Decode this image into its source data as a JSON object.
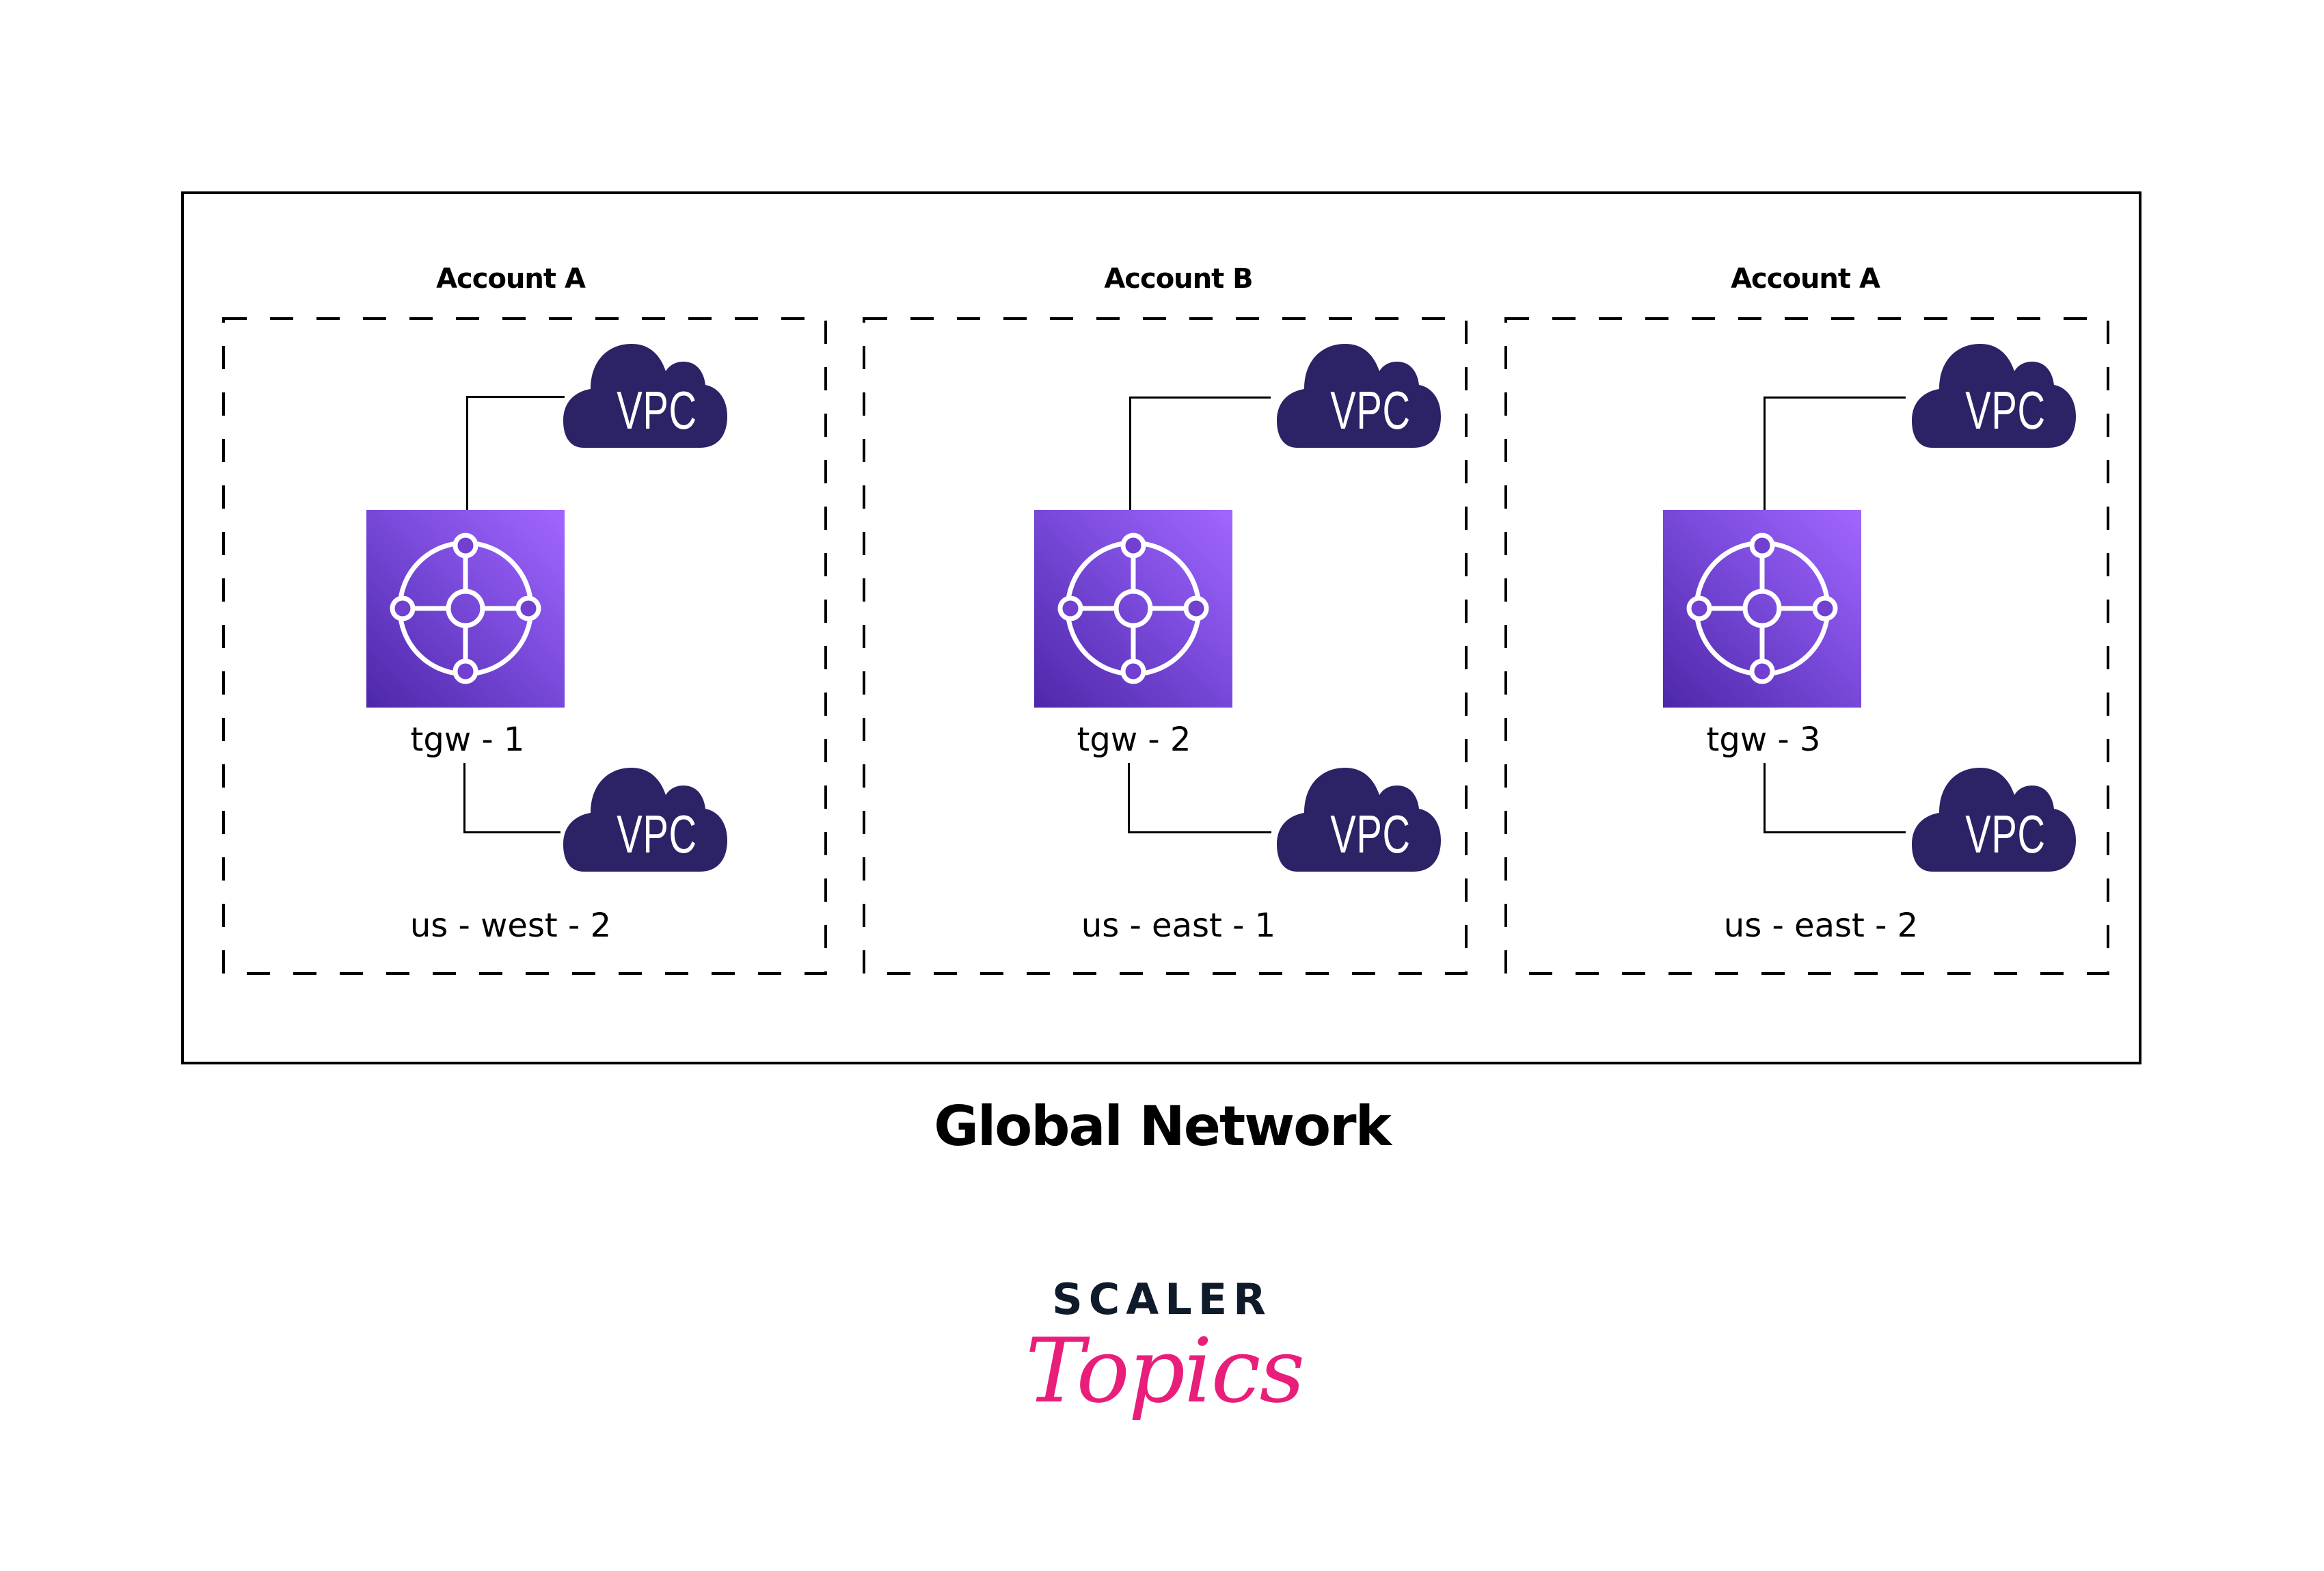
{
  "diagram": {
    "title": "Global Network",
    "colors": {
      "tgw_gradient_start": "#4D27A8",
      "tgw_gradient_end": "#A166FF",
      "vpc_cloud": "#2B2366",
      "frame": "#000000",
      "brand_pink": "#E91E7A",
      "brand_dark": "#0F1A2B"
    },
    "regions": [
      {
        "account": "Account A",
        "region": "us - west - 2",
        "transit_gateway": "tgw - 1",
        "vpcs": [
          "VPC",
          "VPC"
        ]
      },
      {
        "account": "Account B",
        "region": "us - east - 1",
        "transit_gateway": "tgw - 2",
        "vpcs": [
          "VPC",
          "VPC"
        ]
      },
      {
        "account": "Account A",
        "region": "us - east - 2",
        "transit_gateway": "tgw - 3",
        "vpcs": [
          "VPC",
          "VPC"
        ]
      }
    ]
  },
  "branding": {
    "line1": "SCALER",
    "line2": "Topics"
  },
  "icons": {
    "transit_gateway": "transit-gateway-icon",
    "vpc": "vpc-cloud-icon"
  }
}
